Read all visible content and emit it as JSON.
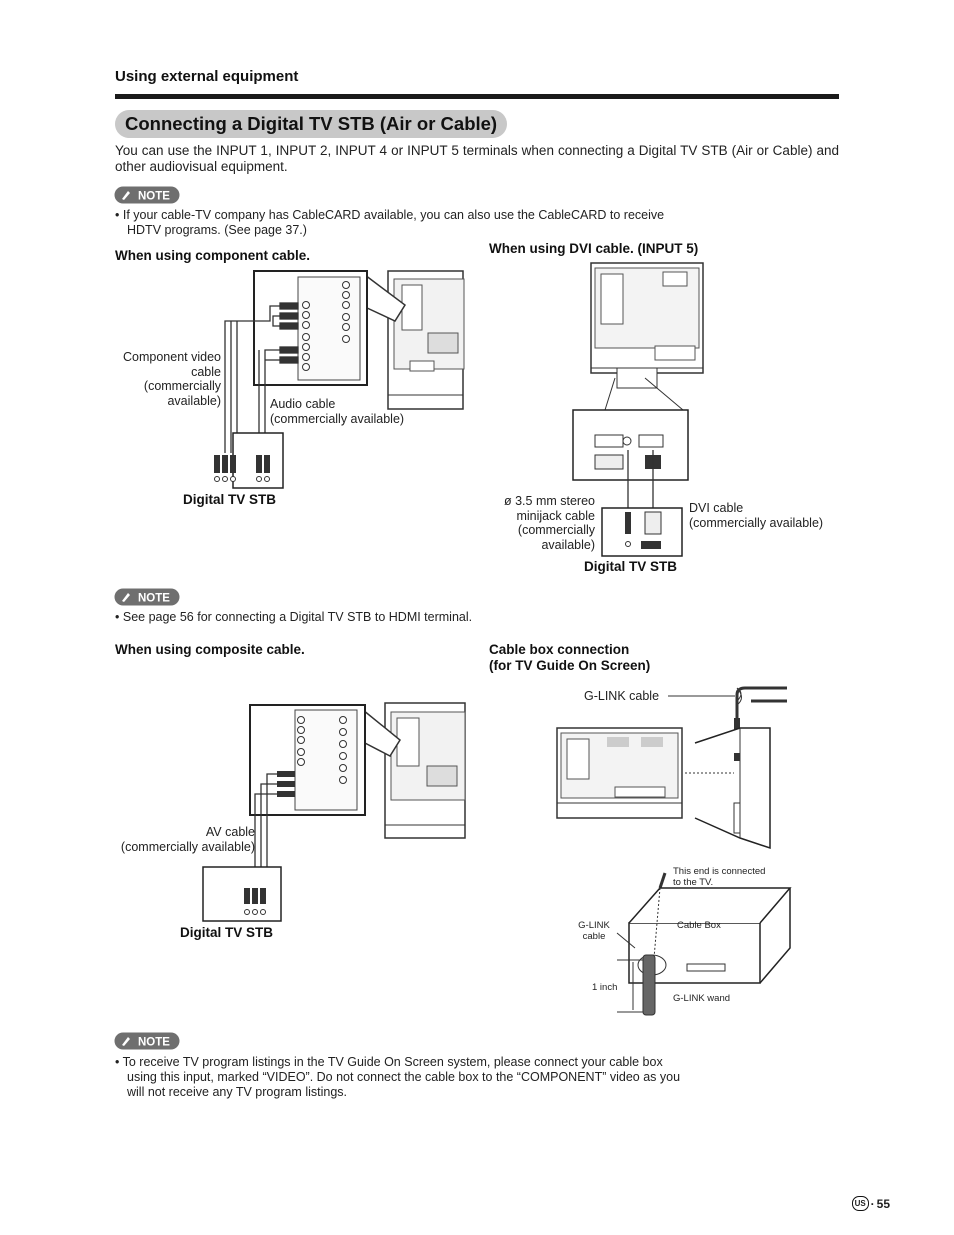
{
  "header": {
    "section": "Using external equipment"
  },
  "title": "Connecting a Digital TV STB (Air or Cable)",
  "intro": "You can use the INPUT 1, INPUT 2, INPUT 4 or INPUT 5 terminals when connecting a Digital TV STB (Air or Cable) and other audiovisual equipment.",
  "note_label": "NOTE",
  "notes": {
    "first": {
      "line1": "If your cable-TV company has CableCARD available, you can also use the CableCARD to receive",
      "line2": "HDTV programs. (See page 37.)"
    },
    "second": "See page 56 for connecting a Digital TV STB to HDMI terminal.",
    "third": {
      "line1": "To receive TV program listings in the TV Guide On Screen system, please connect your cable box",
      "line2": "using this input, marked “VIDEO”. Do not connect the cable box to the “COMPONENT” video as you",
      "line3": "will not receive any TV program listings."
    }
  },
  "component": {
    "heading": "When using component cable.",
    "video_cable": {
      "l1": "Component video",
      "l2": "cable",
      "l3": "(commercially",
      "l4": "available)"
    },
    "audio_cable": {
      "l1": "Audio cable",
      "l2": "(commercially available)"
    },
    "stb": "Digital TV STB"
  },
  "dvi": {
    "heading": "When using DVI cable. (INPUT 5)",
    "minijack": {
      "l1": "ø 3.5 mm stereo",
      "l2": "minijack cable",
      "l3": "(commercially",
      "l4": "available)"
    },
    "dvi_cable": {
      "l1": "DVI cable",
      "l2": "(commercially available)"
    },
    "stb": "Digital TV STB"
  },
  "composite": {
    "heading": "When using composite cable.",
    "av_cable": {
      "l1": "AV cable",
      "l2": "(commercially available)"
    },
    "stb": "Digital TV STB"
  },
  "cablebox": {
    "heading_l1": "Cable box connection",
    "heading_l2": "(for TV Guide On Screen)",
    "glink_cable": "G-LINK cable",
    "this_end": {
      "l1": "This end is connected",
      "l2": "to the TV."
    },
    "glink_cable_small": {
      "l1": "G-LINK",
      "l2": "cable"
    },
    "cable_box": "Cable Box",
    "inch": "1 inch",
    "glink_wand": "G-LINK wand"
  },
  "footer": {
    "region": "US",
    "page": "55"
  }
}
